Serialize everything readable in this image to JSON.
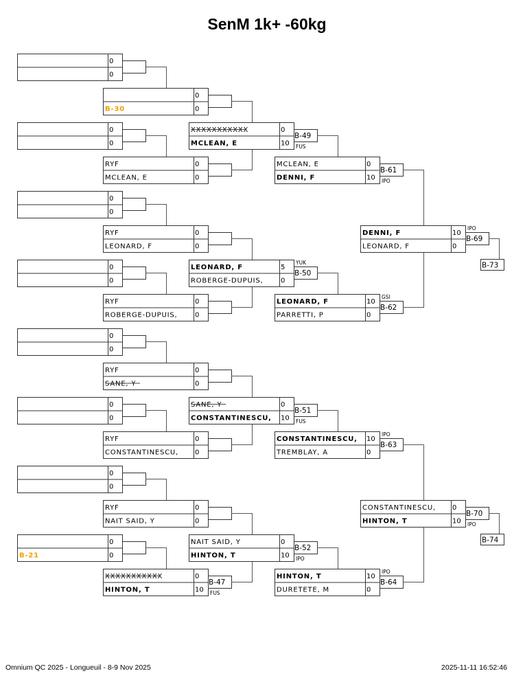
{
  "title": "SenM 1k+ -60kg",
  "footer": {
    "event": "Omnium QC 2025 - Longueuil - 8-9 Nov 2025",
    "printed_at": "2025-11-11 16:52:46"
  },
  "colors": {
    "line": "#333333",
    "connector": "#555555",
    "bye_ref": "#f0a000",
    "text": "#000000"
  },
  "columns": [
    {
      "id": "A",
      "matches": [
        {
          "competitors": [
            {
              "name": "",
              "score": "0"
            },
            {
              "name": "",
              "score": "0"
            }
          ],
          "match_no": ""
        },
        {
          "competitors": [
            {
              "name": "",
              "score": "0"
            },
            {
              "name": "",
              "score": "0"
            }
          ],
          "match_no": ""
        },
        {
          "competitors": [
            {
              "name": "",
              "score": "0"
            },
            {
              "name": "",
              "score": "0"
            }
          ],
          "match_no": ""
        },
        {
          "competitors": [
            {
              "name": "",
              "score": "0"
            },
            {
              "name": "",
              "score": "0"
            }
          ],
          "match_no": ""
        },
        {
          "competitors": [
            {
              "name": "",
              "score": "0"
            },
            {
              "name": "",
              "score": "0"
            }
          ],
          "match_no": ""
        },
        {
          "competitors": [
            {
              "name": "",
              "score": "0"
            },
            {
              "name": "",
              "score": "0"
            }
          ],
          "match_no": ""
        },
        {
          "competitors": [
            {
              "name": "",
              "score": "0"
            },
            {
              "name": "",
              "score": "0"
            }
          ],
          "match_no": ""
        },
        {
          "competitors": [
            {
              "name": "",
              "score": "0"
            },
            {
              "name": "B-21",
              "score": "0",
              "style": "ref"
            }
          ],
          "match_no": ""
        }
      ]
    },
    {
      "id": "B",
      "matches": [
        {
          "competitors": [
            {
              "name": "",
              "score": "0"
            },
            {
              "name": "B-30",
              "score": "0",
              "style": "ref"
            }
          ],
          "match_no": ""
        },
        {
          "competitors": [
            {
              "name": "RYF",
              "score": "0"
            },
            {
              "name": "MCLEAN, E",
              "score": "0"
            }
          ],
          "match_no": ""
        },
        {
          "competitors": [
            {
              "name": "RYF",
              "score": "0"
            },
            {
              "name": "LEONARD, F",
              "score": "0"
            }
          ],
          "match_no": ""
        },
        {
          "competitors": [
            {
              "name": "RYF",
              "score": "0"
            },
            {
              "name": "ROBERGE-DUPUIS,",
              "score": "0"
            }
          ],
          "match_no": ""
        },
        {
          "competitors": [
            {
              "name": "RYF",
              "score": "0"
            },
            {
              "name": "SANE, Y",
              "score": "0",
              "style": "struck"
            }
          ],
          "match_no": ""
        },
        {
          "competitors": [
            {
              "name": "RYF",
              "score": "0"
            },
            {
              "name": "CONSTANTINESCU,",
              "score": "0"
            }
          ],
          "match_no": ""
        },
        {
          "competitors": [
            {
              "name": "RYF",
              "score": "0"
            },
            {
              "name": "NAIT SAID, Y",
              "score": "0"
            }
          ],
          "match_no": ""
        },
        {
          "competitors": [
            {
              "name": "XXXXXXXXXXX",
              "score": "0",
              "style": "struck"
            },
            {
              "name": "HINTON, T",
              "score": "10",
              "style": "winner"
            }
          ],
          "match_no": "B-47",
          "result": "FUS",
          "result_pos": "below"
        }
      ]
    },
    {
      "id": "C",
      "matches": [
        {
          "competitors": [
            {
              "name": "XXXXXXXXXXX",
              "score": "0",
              "style": "struck"
            },
            {
              "name": "MCLEAN, E",
              "score": "10",
              "style": "winner"
            }
          ],
          "match_no": "B-49",
          "result": "FUS",
          "result_pos": "below"
        },
        {
          "competitors": [
            {
              "name": "LEONARD, F",
              "score": "5",
              "style": "winner"
            },
            {
              "name": "ROBERGE-DUPUIS,",
              "score": "0"
            }
          ],
          "match_no": "B-50",
          "result": "YUK",
          "result_pos": "above"
        },
        {
          "competitors": [
            {
              "name": "SANE, Y",
              "score": "0",
              "style": "struck"
            },
            {
              "name": "CONSTANTINESCU,",
              "score": "10",
              "style": "winner"
            }
          ],
          "match_no": "B-51",
          "result": "FUS",
          "result_pos": "below"
        },
        {
          "competitors": [
            {
              "name": "NAIT SAID, Y",
              "score": "0"
            },
            {
              "name": "HINTON, T",
              "score": "10",
              "style": "winner"
            }
          ],
          "match_no": "B-52",
          "result": "IPO",
          "result_pos": "below"
        }
      ]
    },
    {
      "id": "D",
      "matches": [
        {
          "competitors": [
            {
              "name": "MCLEAN, E",
              "score": "0"
            },
            {
              "name": "DENNI, F",
              "score": "10",
              "style": "winner"
            }
          ],
          "match_no": "B-61",
          "result": "IPO",
          "result_pos": "below"
        },
        {
          "competitors": [
            {
              "name": "LEONARD, F",
              "score": "10",
              "style": "winner"
            },
            {
              "name": "PARRETTI, P",
              "score": "0"
            }
          ],
          "match_no": "B-62",
          "result": "GSI",
          "result_pos": "above"
        },
        {
          "competitors": [
            {
              "name": "CONSTANTINESCU,",
              "score": "10",
              "style": "winner"
            },
            {
              "name": "TREMBLAY, A",
              "score": "0"
            }
          ],
          "match_no": "B-63",
          "result": "IPO",
          "result_pos": "above"
        },
        {
          "competitors": [
            {
              "name": "HINTON, T",
              "score": "10",
              "style": "winner"
            },
            {
              "name": "DURETETE, M",
              "score": "0"
            }
          ],
          "match_no": "B-64",
          "result": "IPO",
          "result_pos": "above"
        }
      ]
    },
    {
      "id": "E",
      "matches": [
        {
          "competitors": [
            {
              "name": "DENNI, F",
              "score": "10",
              "style": "winner"
            },
            {
              "name": "LEONARD, F",
              "score": "0"
            }
          ],
          "match_no": "B-69",
          "result": "IPO",
          "result_pos": "above"
        },
        {
          "competitors": [
            {
              "name": "CONSTANTINESCU,",
              "score": "0"
            },
            {
              "name": "HINTON, T",
              "score": "10",
              "style": "winner"
            }
          ],
          "match_no": "B-70",
          "result": "IPO",
          "result_pos": "below"
        }
      ]
    }
  ],
  "next_matches": [
    "B-73",
    "B-74"
  ]
}
